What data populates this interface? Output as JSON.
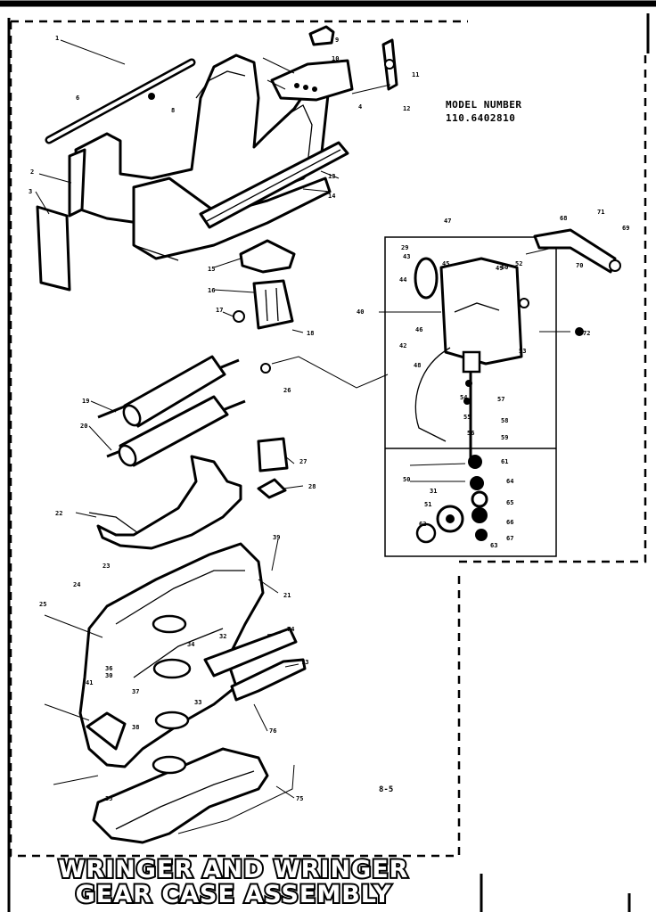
{
  "diagram": {
    "title_line1": "WRINGER AND WRINGER",
    "title_line2": "GEAR CASE ASSEMBLY",
    "model_label": "MODEL NUMBER",
    "model_number": "110.6402810",
    "page_ref": "8-5",
    "colors": {
      "ink": "#000000",
      "paper": "#ffffff"
    },
    "callouts": [
      "1",
      "2",
      "3",
      "4",
      "6",
      "8",
      "9",
      "10",
      "11",
      "12",
      "13",
      "14",
      "15",
      "16",
      "17",
      "18",
      "19",
      "20",
      "21",
      "22",
      "23",
      "24",
      "25",
      "26",
      "27",
      "28",
      "29",
      "30",
      "31",
      "32",
      "33",
      "34",
      "35",
      "36",
      "37",
      "38",
      "39",
      "40",
      "41",
      "42",
      "43",
      "44",
      "45",
      "46",
      "47",
      "48",
      "49",
      "50",
      "51",
      "52",
      "53",
      "54",
      "55",
      "56",
      "57",
      "58",
      "59",
      "60",
      "61",
      "62",
      "63",
      "64",
      "65",
      "66",
      "67",
      "68",
      "69",
      "70",
      "71",
      "72",
      "73",
      "74",
      "75",
      "76"
    ]
  }
}
